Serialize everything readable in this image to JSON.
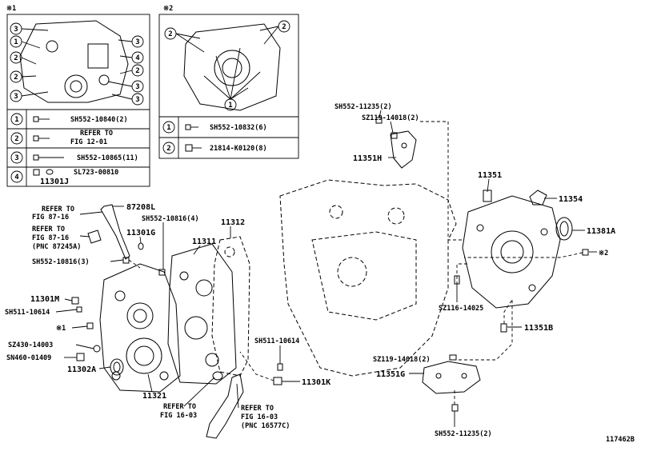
{
  "inset1": {
    "mark": "※1",
    "rows": [
      {
        "num": "1",
        "text": "SH552-10840(2)"
      },
      {
        "num": "2",
        "text": "REFER TO",
        "text2": "FIG 12-01"
      },
      {
        "num": "3",
        "text": "SH552-10865(11)"
      },
      {
        "num": "4",
        "text": "SL723-00810",
        "text2": "11301J"
      }
    ],
    "callouts": [
      "3",
      "1",
      "2",
      "2",
      "3",
      "3",
      "4",
      "2",
      "3",
      "3"
    ]
  },
  "inset2": {
    "mark": "※2",
    "rows": [
      {
        "num": "1",
        "text": "SH552-10832(6)"
      },
      {
        "num": "2",
        "text": "21814-K0120(8)"
      }
    ],
    "callouts": [
      "2",
      "2",
      "1"
    ]
  },
  "labels": {
    "sh552_11235_top": "SH552-11235(2)",
    "sz119_14018_top": "SZ119-14018(2)",
    "p11351h": "11351H",
    "p11351": "11351",
    "p11354": "11354",
    "p11381a": "11381A",
    "mark2": "※2",
    "sz116_14025": "SZ116-14025",
    "p11351b": "11351B",
    "sz119_14018_bot": "SZ119-14018(2)",
    "p11351g": "11351G",
    "sh552_11235_bot": "SH552-11235(2)",
    "refer1_a": "REFER TO",
    "refer1_b": "FIG 87-16",
    "p87208l": "87208L",
    "refer2_a": "REFER TO",
    "refer2_b": "FIG 87-16",
    "refer2_c": "(PNC 87245A)",
    "sh552_10816_4": "SH552-10816(4)",
    "p11312": "11312",
    "p11301g": "11301G",
    "p11311": "11311",
    "sh552_10816_3": "SH552-10816(3)",
    "p11301m": "11301M",
    "sh511_10614_left": "SH511-10614",
    "mark1": "※1",
    "sz430_14003": "SZ430-14003",
    "sn460_01409": "SN460-01409",
    "p11302a": "11302A",
    "p11321": "11321",
    "sh511_10614_mid": "SH511-10614",
    "p11301k": "11301K",
    "refer3_a": "REFER TO",
    "refer3_b": "FIG 16-03",
    "refer4_a": "REFER TO",
    "refer4_b": "FIG 16-03",
    "refer4_c": "(PNC 16577C)",
    "figure_id": "117462B"
  }
}
